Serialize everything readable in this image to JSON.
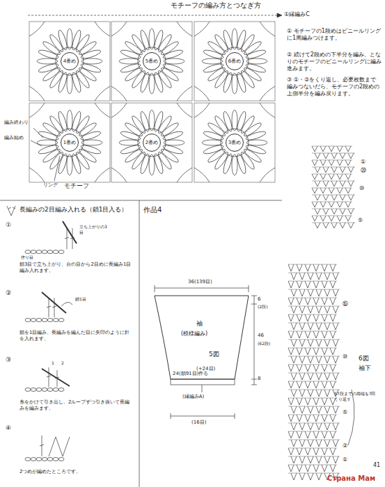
{
  "diagram": {
    "title": "モチーフの編み方とつなぎ方",
    "nodes": [
      {
        "text": [
          "4番め"
        ]
      },
      {
        "text": [
          "5番め"
        ]
      },
      {
        "text": [
          "6番め"
        ]
      },
      {
        "text": [
          "1番め"
        ]
      },
      {
        "text": [
          "2番め"
        ]
      },
      {
        "text": [
          "3番め"
        ]
      }
    ],
    "labels": [
      "①縁編みC",
      "編み終わり",
      "編み始め",
      "リング",
      "モチーフ",
      "① モチーフの1段めはビニールリングに1周編みつけます。",
      "② 続けて2段めの下半分を編み、となりのモチーフのビニールリングに編み進みます。",
      "③ ①・②をくり返し、必要枚数まで編みつないだら、モチーフの2段めの上側半分を編み戻ります。",
      "長編みの2目編み入れる（鎖1目入る）",
      "①",
      "立ち上がりの3目",
      "作り目",
      "鎖3目で立ち上がり、台の目から2目めに長編み1目編み入れます。",
      "②",
      "鎖1目",
      "鎖を1目編み、長編みを編んだ目に矢印のように針を入れます。",
      "③",
      "1",
      "2",
      "糸をかけて引き出し、2ループずつ引き抜いて長編みを編みます。",
      "④",
      "2つめが編めたところです。",
      "作品4",
      "36(139目)",
      "6",
      "(2段)",
      "袖",
      "(模様編み)",
      "5図",
      "(+24目)",
      "46",
      "(62段)",
      "8",
      "24(鎖91目)作る",
      "(縁編みA)",
      "(16目)",
      "①",
      "⑳",
      "⑩",
      "⑤",
      "⑮",
      "⑩",
      "⑤",
      "②",
      "①",
      "6図",
      "袖下",
      "57段までの両端を7回くり返す",
      "41",
      "Страна Мам"
    ]
  }
}
